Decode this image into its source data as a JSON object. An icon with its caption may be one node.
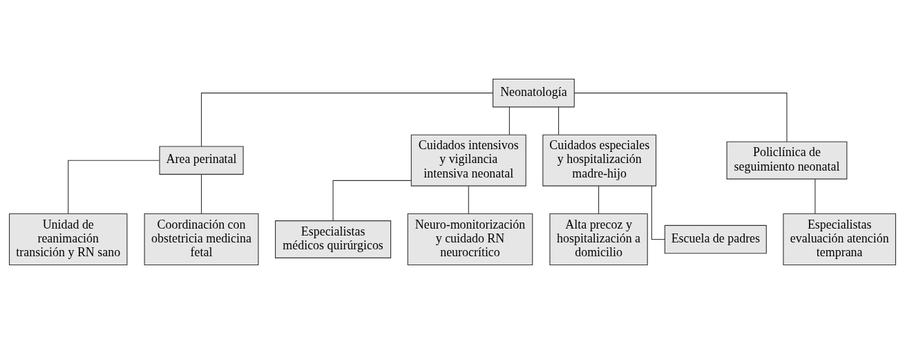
{
  "diagram": {
    "nodes": [
      {
        "text": [
          "Neonatología"
        ]
      },
      {
        "text": [
          "Area perinatal"
        ]
      },
      {
        "text": [
          "Cuidados intensivos y vigilancia intensiva neonatal"
        ]
      },
      {
        "text": [
          "Cuidados especiales y hospitalización madre-hijo"
        ]
      },
      {
        "text": [
          "Policlínica de seguimiento neonatal"
        ]
      },
      {
        "text": [
          "Unidad de reanimación transición y RN sano"
        ]
      },
      {
        "text": [
          "Coordinación con obstetricia medicina fetal"
        ]
      },
      {
        "text": [
          "Especialistas médicos quirúrgicos"
        ]
      },
      {
        "text": [
          "Neuro-monitorización y cuidado RN neurocrítico"
        ]
      },
      {
        "text": [
          "Alta precoz y hospitalización a domicilio"
        ]
      },
      {
        "text": [
          "Escuela de padres"
        ]
      },
      {
        "text": [
          "Especialistas evaluación atención temprana"
        ]
      }
    ],
    "edges": [
      {
        "from": 0,
        "to": 1,
        "arrow": "none"
      },
      {
        "from": 0,
        "to": 2,
        "arrow": "none"
      },
      {
        "from": 0,
        "to": 3,
        "arrow": "none"
      },
      {
        "from": 0,
        "to": 4,
        "arrow": "none"
      },
      {
        "from": 1,
        "to": 5,
        "arrow": "none"
      },
      {
        "from": 1,
        "to": 6,
        "arrow": "none"
      },
      {
        "from": 2,
        "to": 7,
        "arrow": "none"
      },
      {
        "from": 2,
        "to": 8,
        "arrow": "none"
      },
      {
        "from": 3,
        "to": 9,
        "arrow": "none"
      },
      {
        "from": 3,
        "to": 10,
        "arrow": "none"
      },
      {
        "from": 4,
        "to": 11,
        "arrow": "none"
      }
    ]
  }
}
